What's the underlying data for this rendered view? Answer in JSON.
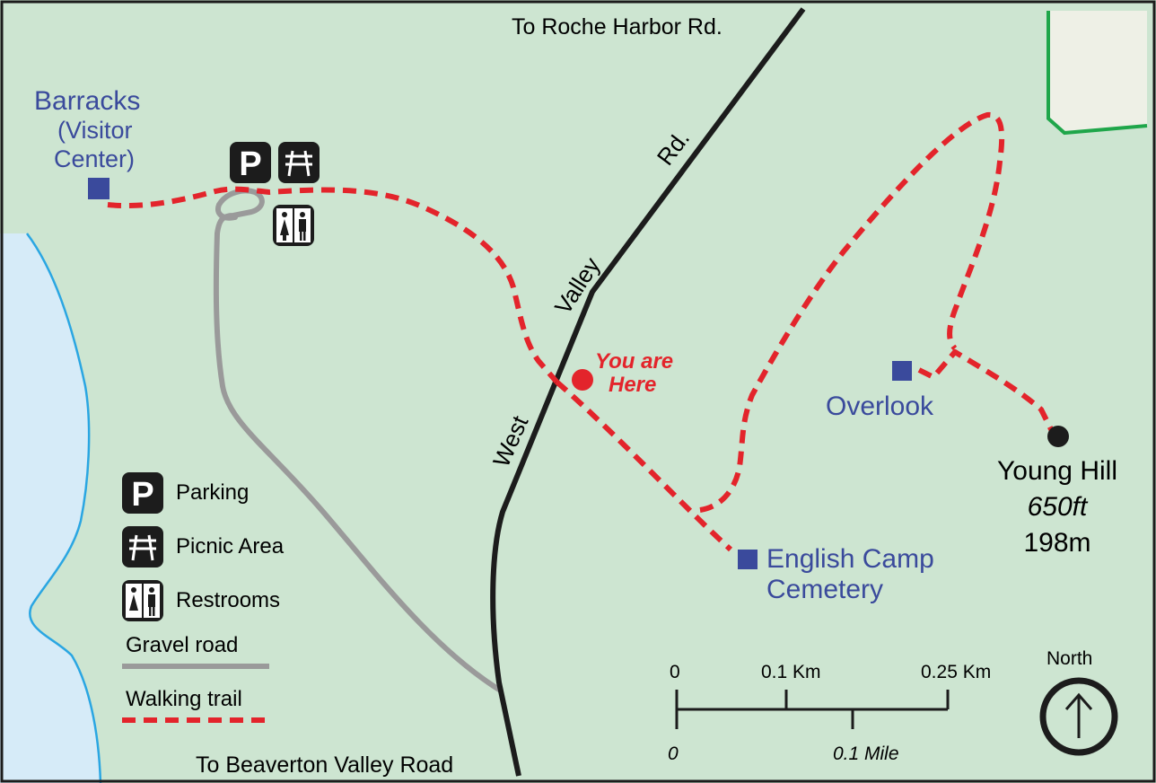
{
  "labels": {
    "north_road": "To Roche Harbor Rd.",
    "south_road": "To Beaverton Valley Road",
    "barracks_1": "Barracks",
    "barracks_2": "(Visitor",
    "barracks_3": "Center)",
    "road_word_1": "West",
    "road_word_2": "Valley",
    "road_word_3": "Rd.",
    "you_are_here_1": "You are",
    "you_are_here_2": "Here",
    "overlook": "Overlook",
    "cemetery_1": "English Camp",
    "cemetery_2": "Cemetery",
    "peak_name": "Young Hill",
    "peak_ft": "650ft",
    "peak_m": "198m"
  },
  "icons": {
    "parking_glyph": "P"
  },
  "legend": {
    "parking": "Parking",
    "picnic": "Picnic Area",
    "restrooms": "Restrooms",
    "gravel": "Gravel road",
    "trail": "Walking trail"
  },
  "scale": {
    "km_0": "0",
    "km_1": "0.1 Km",
    "km_2": "0.25 Km",
    "mi_0": "0",
    "mi_1": "0.1 Mile"
  },
  "north": "North",
  "colors": {
    "land": "#cde5d1",
    "water": "#d6ebf8",
    "shoreline": "#2aa6e2",
    "private": "#eef0e6",
    "boundary": "#1fa64a",
    "trail": "#e3242b",
    "gravel": "#9a9a9a",
    "road": "#1c1c1c",
    "poi": "#3a4a9c",
    "you_are_here": "#e3242b"
  }
}
